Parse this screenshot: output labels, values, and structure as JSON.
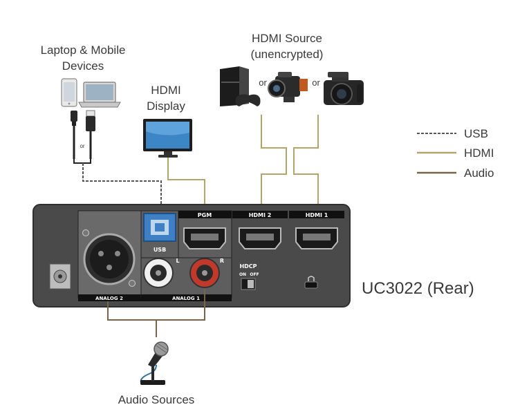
{
  "labels": {
    "laptop_line1": "Laptop & Mobile",
    "laptop_line2": "Devices",
    "hdmi_display_line1": "HDMI",
    "hdmi_display_line2": "Display",
    "hdmi_source_line1": "HDMI Source",
    "hdmi_source_line2": "(unencrypted)",
    "or": "or",
    "cable_or": "or",
    "audio_sources": "Audio Sources",
    "device_name": "UC3022 (Rear)"
  },
  "legend": [
    {
      "label": "USB",
      "color": "#555555",
      "style": "dashed"
    },
    {
      "label": "HDMI",
      "color": "#b3a46a",
      "style": "solid"
    },
    {
      "label": "Audio",
      "color": "#7a6448",
      "style": "solid"
    }
  ],
  "panel": {
    "usb": "USB",
    "pgm": "PGM",
    "hdmi2": "HDMI 2",
    "hdmi1": "HDMI 1",
    "analog2": "ANALOG 2",
    "analog1": "ANALOG 1",
    "left": "L",
    "right": "R",
    "hdcp": "HDCP",
    "hdcp_on": "ON",
    "hdcp_off": "OFF"
  },
  "colors": {
    "usb": "#555555",
    "hdmi": "#b3a46a",
    "audio": "#7a6448",
    "panel": "#4a4a4a",
    "usb_port": "#3f7fc4",
    "rca_right": "#c0392b"
  },
  "icons": [
    "smartphone-icon",
    "laptop-icon",
    "usb-cable-icon",
    "monitor-icon",
    "game-console-icon",
    "camcorder-icon",
    "camera-icon",
    "microphone-icon"
  ]
}
